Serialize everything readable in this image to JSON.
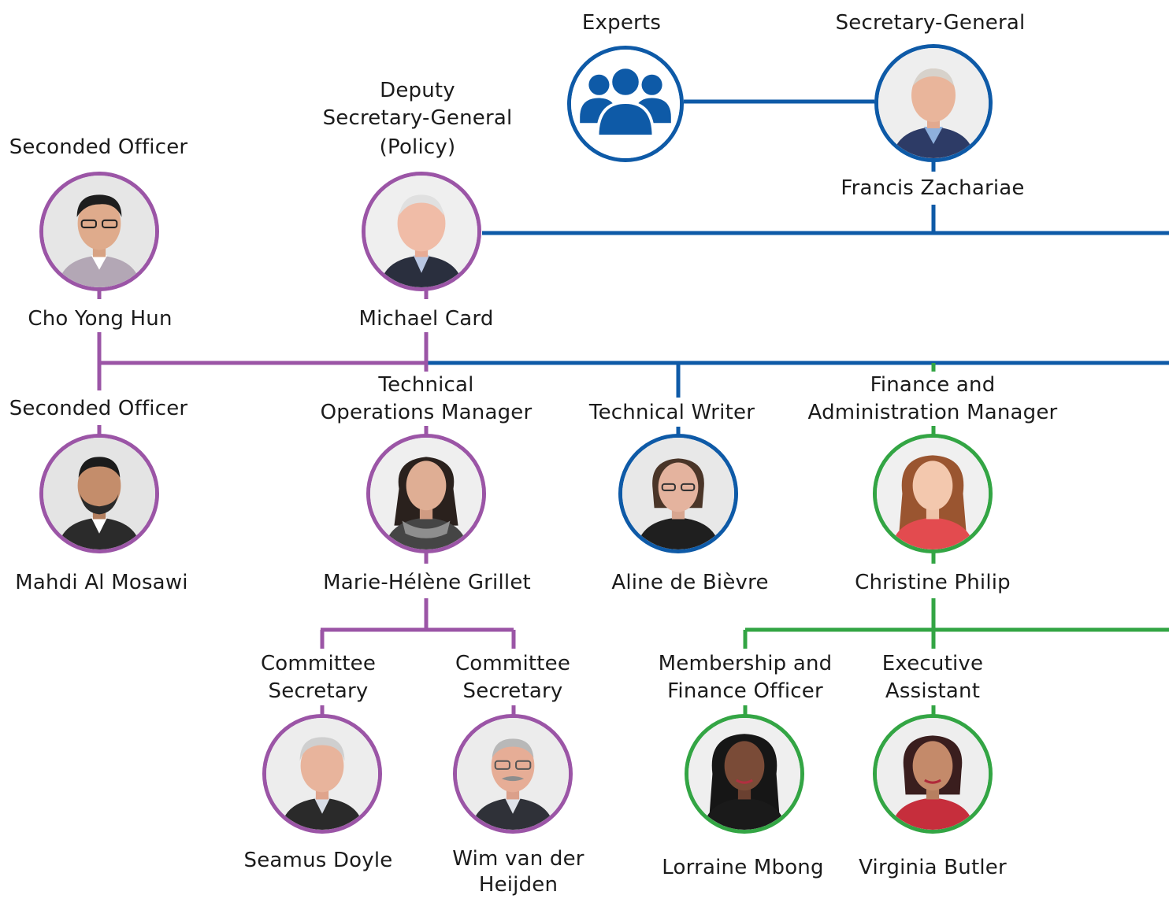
{
  "colors": {
    "purple": "#9b55a6",
    "blue": "#0e5aa7",
    "green": "#33a544"
  },
  "experts": {
    "label": "Experts",
    "icon": "group-icon"
  },
  "secretary_general": {
    "title": "Secretary-General",
    "name": "Francis Zachariae"
  },
  "deputy": {
    "title_line1": "Deputy",
    "title_line2": "Secretary-General",
    "title_line3": "(Policy)",
    "name": "Michael Card"
  },
  "seconded_1": {
    "title": "Seconded Officer",
    "name": "Cho Yong Hun"
  },
  "seconded_2": {
    "title": "Seconded Officer",
    "name": "Mahdi Al Mosawi"
  },
  "tech_ops": {
    "title_line1": "Technical",
    "title_line2": "Operations Manager",
    "name": "Marie-Hélène Grillet"
  },
  "tech_writer": {
    "title": "Technical Writer",
    "name": "Aline de Bièvre"
  },
  "finance_admin": {
    "title_line1": "Finance and",
    "title_line2": "Administration Manager",
    "name": "Christine Philip"
  },
  "committee_1": {
    "title_line1": "Committee",
    "title_line2": "Secretary",
    "name": "Seamus Doyle"
  },
  "committee_2": {
    "title_line1": "Committee",
    "title_line2": "Secretary",
    "name_line1": "Wim van der",
    "name_line2": "Heijden"
  },
  "membership": {
    "title_line1": "Membership and",
    "title_line2": "Finance Officer",
    "name": "Lorraine Mbong"
  },
  "exec_assistant": {
    "title_line1": "Executive",
    "title_line2": "Assistant",
    "name": "Virginia Butler"
  }
}
